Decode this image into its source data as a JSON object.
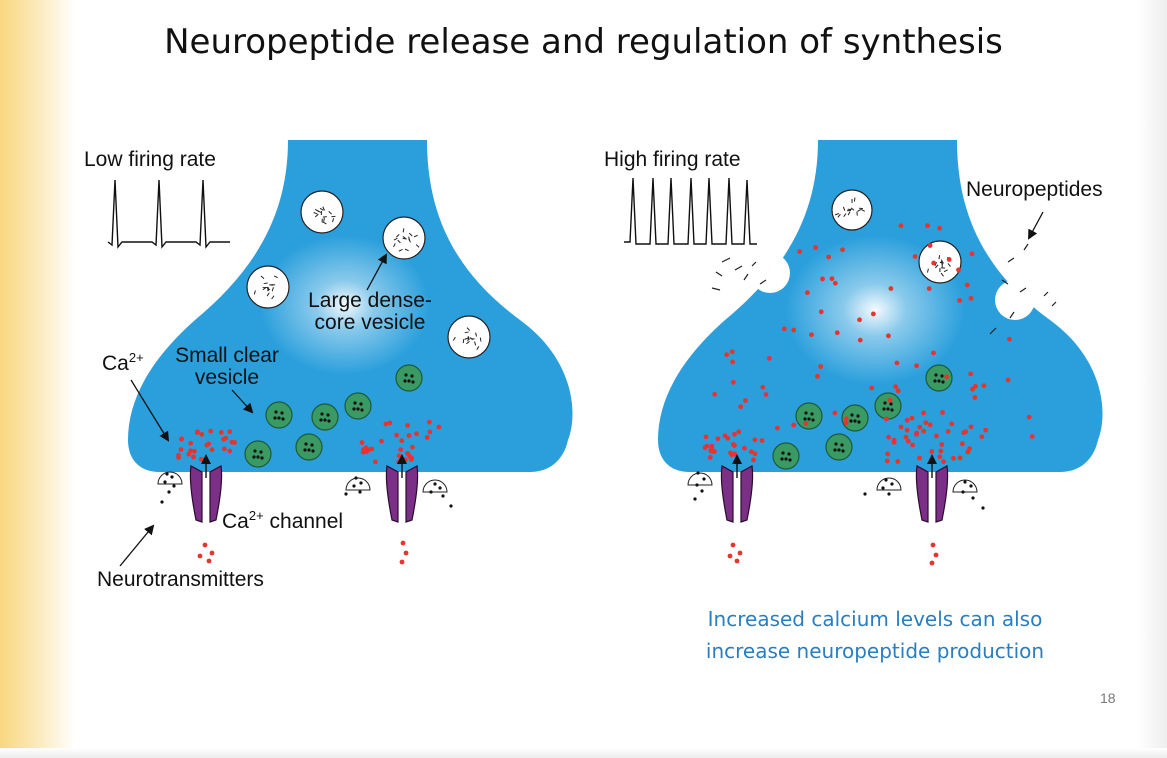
{
  "title": "Neuropeptide release and regulation of synthesis",
  "left_panel": {
    "firing_label": "Low firing rate",
    "vesicle_label_line1": "Large dense-",
    "vesicle_label_line2": "core vesicle",
    "small_label_line1": "Small clear",
    "small_label_line2": "vesicle",
    "ca_label": "Ca",
    "ca_sup": "2+",
    "channel_label_ca": "Ca",
    "channel_label_sup": "2+",
    "channel_label_rest": " channel",
    "neurotransmitters_label": "Neurotransmitters"
  },
  "right_panel": {
    "firing_label": "High firing rate",
    "neuropeptides_label": "Neuropeptides"
  },
  "caption_line1": "Increased calcium levels can also",
  "caption_line2": "increase neuropeptide production",
  "page_number": "18",
  "colors": {
    "terminal": "#2a9fdc",
    "calcium": "#e8332e",
    "channel": "#7b2f86",
    "small_vesicle": "#3a9a63",
    "caption": "#2a7ec0"
  }
}
